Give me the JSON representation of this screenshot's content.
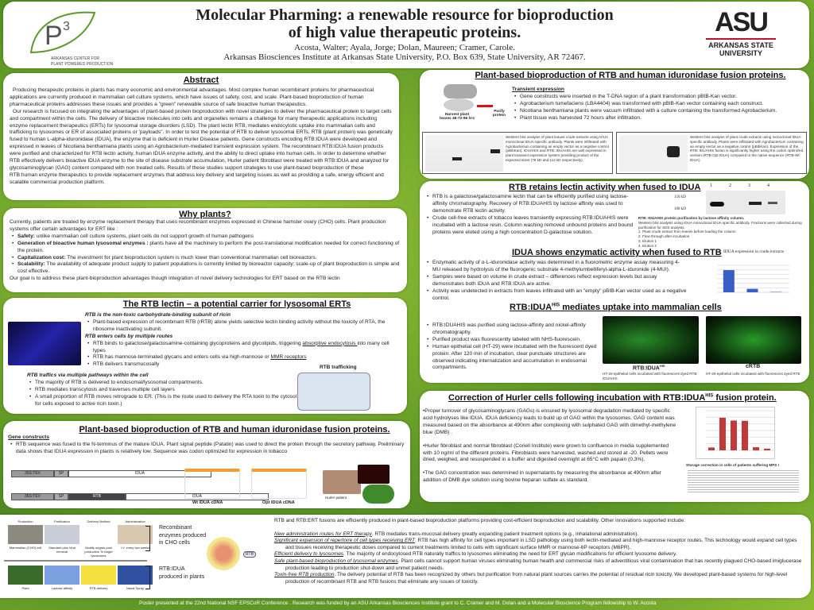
{
  "header": {
    "title_line1": "Molecular Pharming: a renewable resource for bioproduction",
    "title_line2": "of high value therapeutic proteins.",
    "authors": "Acosta, Walter; Ayala, Jorge; Dolan, Maureen; Cramer, Carole.",
    "affiliation": "Arkansas Biosciences Institute at Arkansas State University,  P.O. Box 639, State University, AR 72467.",
    "left_logo": {
      "mark": "P3",
      "text1": "ARKANSAS CENTER FOR",
      "text2": "PLANT POWERED PRODUCTION"
    },
    "right_logo": {
      "mark": "ASU",
      "text1": "ARKANSAS STATE",
      "text2": "UNIVERSITY"
    }
  },
  "abstract": {
    "title": "Abstract",
    "text": "Producing therapeutic proteins in plants has many economic and environmental advantages. Most complex human recombinant proteins for pharmaceutical applications are currently produced in mammalian cell culture systems, which have issues of safety, cost, and scale.  Plant-based bioproduction of human pharmaceutical proteins addresses these issues and provides a \"green\" renewable source of safe bioactive human therapeutics.",
    "text2": "Our research is focused on integrating the advantages of plant-based protein bioproduction with novel strategies to deliver the pharmaceutical protein to target cells and compartment within the cells.  The delivery of bioactive molecules into cells and organelles remains a challenge for many therapeutic applications including enzyme replacement therapeutics (ERTs) for lysosomal storage disorders (LSD). The plant lectin RTB, mediates endocytotic uptake into mammalian cells and trafficking to lysosomes or ER of associated proteins or 'payloads\".  In order to test the potential of RTB to deliver lysosomal ERTs, RTB (plant protein) was genetically fused to human L-alpha-iduronidase  (IDUA), the enzyme that is deficient in Hurler Disease patients.  Gene constructs encoding RTB:IDUA were developed and expressed in leaves of Nicotiana benthamiana plants using an Agrobacterium-mediated transient expression system.   The recombinant RTB:IDUA fusion products were purified and characterized for RTB lectin activity, human IDUA enzyme activity, and the ability to direct uptake into human cells.  In order to determine whether RTB effectively delivers bioactive IDUA enzyme to the site of disease substrate accumulation, Hurler patient fibroblast were treated with RTB:IDUA and analyzed for glycosaminoglycan (GAG) content compared with non treated cells. Results of these studies support strategies to use plant-based bioproduction of these RTB:human enzyme therapeutics to provide replacement enzymes that address key delivery and targeting issues as well as providing a safe, energy efficient and scalable commercial production platform."
  },
  "why": {
    "title": "Why plants?",
    "intro": "Currently, patients are treated by enzyme replacement therapy that uses recombinant enzymes expressed in Chinese hamster ovary (CHO) cells.  Plant production systems offer certain advantages  for ERT like :",
    "items": [
      {
        "k": "Safety:",
        "v": " unlike mammalian cell culture systems, plant cells do not support growth of human pathogens"
      },
      {
        "k": "Generation of bioactive human lysosomal enzymes :",
        "v": " plants have all the machinery to perform the post-translational modification needed for correct functioning of the protein."
      },
      {
        "k": "Capitalization cost:",
        "v": "  The investment for plant bioproduction system is much lower than conventional mammalian cell bioreactors."
      },
      {
        "k": "Scalability:",
        "v": " The availability of adequate product supply to patient populations is currently limited by bioreactor capacity; scale-up of plant bioproduction is simple and cost effective."
      }
    ],
    "goal": "Our goal is to address these  plant-bioproduction advantages though integration of novel delivery technologies  for ERT based on the RTB lectin"
  },
  "lectin": {
    "title": "The RTB lectin – a potential carrier for lysosomal ERTs",
    "s1": "RTB is the non-toxic carbohydrate-binding subunit of ricin",
    "b1": [
      "Plant-based expression of recombinant RTB (rRTB) alone yields selective lectin binding activity without the toxicity of RTA, the ribosome inactivating subunit."
    ],
    "s2": "RTB enters cells by multiple routes",
    "b2a": "RTB binds to galactose/galactosamine-containing glycoproteins and glycolipids, triggering ",
    "b2a_link": "absorptive endocytosis ",
    "b2a_end": "into many cell types",
    "b2b": "RTB has mannose-terminated glycans and enters cells via high-mannose or ",
    "b2b_link": "MMR receptors",
    "b2c": "RTB delivers transmucosally",
    "s3": "RTB traffics via multiple pathways within the cell",
    "b3": [
      "The majority of RTB is delivered to endosomal/lysosomal compartments.",
      "RTB mediates transcytosis and traverses multiple cell layers",
      "A small proportion of RTB moves retrograde to ER. (This is the route  used to delivery the RTA toxin to the cytosol for cells exposed to active ricin toxin.)"
    ],
    "fig_label": "RTB trafficking"
  },
  "gene": {
    "title": "Plant-based bioproduction of RTB and human iduronidase fusion proteins.",
    "sub": "Gene constructs",
    "text": "RTB sequence was fused to the N-terminus of the mature IDUA. Plant signal peptide (Patatin) was used to direct the protein through the secretory pathway. Preliminary data shows that IDUA expression in plants is relatively low.  Sequence was codon optimized for expression in tobacco",
    "construct1": [
      "35S:TEV",
      "SP",
      "IDUA"
    ],
    "construct2": [
      "35S:TEV",
      "SP",
      "RTB",
      "IDUA"
    ],
    "fig1": "Wt IDUA cDNA",
    "fig2": "Opt IDUA cDNA",
    "fig3": "Hurler patient"
  },
  "compare": {
    "row1_steps": [
      "Production",
      "Purification",
      "Delivery Method",
      "Administration"
    ],
    "row1_caps": [
      "Mammalian (CHO) cell",
      "Standard plus Viral removal",
      "Modify sugars post production To target lysosomes",
      "I.V. every two weeks"
    ],
    "row1_label": "Recombinant enzymes produced in CHO cells",
    "row2_caps": [
      "Plant",
      "Lactose affinity",
      "RTB delivery",
      "Nasal Spray"
    ],
    "row2_label": "RTB:IDUA produced in plants",
    "rtb_tag": "RTB"
  },
  "conclusion": {
    "intro": "RTB and RTB:ERT fusions are efficiently produced in plant-based bioproduction platforms providing cost-efficient bioproduction and scalability.  Other innovations supported include:",
    "items": [
      {
        "k": "New administration routes for ERT therapy",
        "v": ".  RTB mediates trans-mucosal delivery greatly expanding patient treatment options (e.g., inhalational administration)."
      },
      {
        "k": "Significant expansion of repertoire of cell types receiving ERT",
        "v": ".  RTB has high affinity for cell types important in LSD pathology using both lectin-mediated and high-mannose receptor routes.  This technology would expand cell types and tissues receiving therapeutic doses compared to current treatments limited to cells with significant surface MMR or mannose-6P receptors (M6PR)."
      },
      {
        "k": "Efficient delivery to lysosomes",
        "v": ".  The majority of endocytosed RTB naturally traffics to lysosomes eliminating the need for ERT glycan modifications for efficient lysosome delivery."
      },
      {
        "k": "Safe plant-based bioproduction of lysosomal enzymes",
        "v": ".  Plant cells cannot support human viruses eliminating human health and commercial risks of adventitious viral contamination that has recently plagued CHO-based imiglucerase production leading to production shut-down and unmet patient needs."
      },
      {
        "k": "Toxin-free RTB production",
        "v": ".  The delivery potential of RTB has been recognized by others but purification from natural plant sources carries the potential of residual ricin toxicity.  We developed plant-based systems for high-level production of recombinant RTB and RTB fusions that eliminate any issues of toxicity."
      }
    ]
  },
  "footer": "Poster presented at the 22nd National NSF EPSCoR Conference .   Research was funded by an ASU Arkansas Biosciences Institute grant to C. Cramer and M. Dolan and a Molecular Bioscience Program fellowship to W. Acosta",
  "transient": {
    "title": "Plant-based bioproduction of RTB and human iduronidase fusion proteins.",
    "sub": "Transient expression",
    "items": [
      "Gene constructs were inserted in the T-DNA region of a plant transformation pBIB-Kan vector.",
      "Agrobacterium tumefaciens (LBA4404)  was transformed with pBIB-Kan vector containing  each construct.",
      "Nicotiana benthamiana plants were vacuum infiltrated with a culture containing the transformed Agrobacterium.",
      "Plant tissue was harvested 72 hours after infiltration."
    ],
    "harvest": "Harvest plant leaves 48-72-96 hrs",
    "purify": "Purify protein",
    "wb1": "Western blot analysis of plant leaves crude extracts using IDUA monoclonal IDUA-specific antibody. Plants were infiltrated with Agrobacterium containing an empty vector as a negative control (pBibKan).  IDUAHIS and RTB: IDUAHIS are well expressed in plant transient expression system providing product of the expected sizes (78 kD and 112 kD respectively).",
    "wb2": "Western blot analysis of plant crude extracts using monoclonal IDUA-specific antibody. Plants were infiltrated with Agrobacterium containing an empty vector as a negative control (pBibKan).  Expression of the RTB: IDUAHIS fusion is significantly higher using the codon optimized version (RTB-Opt IDUA) compared to the native sequence (RTB-Wt IDUA)."
  },
  "lectin_activity": {
    "title": "RTB retains lectin activity when fused to IDUA",
    "items": [
      "RTB is a galactose/galactosamine lectin that can be efficiently purified using lactose-affinity chromatography.  Recovery of RTB:IDUAHIS by lactose affinity was used to demonstrate RTB lectin activity.",
      "Crude cell-free extracts of tobacco leaves transiently expressing RTB:IDUAHIS were incubated with a lactose resin.  Column washing removed unbound proteins and bound proteins were eluted using a high concentration D-galactose solution."
    ],
    "lanes": [
      "1",
      "2",
      "3",
      "4"
    ],
    "mw": [
      "150 kD",
      "100 kD"
    ],
    "cap_title": "RTB: IDUAHIS protein purification by lactose affinity column.",
    "cap_text": "Western blot analysis using IDUA monoclonal  IDUA specific antibody. Fractions were collected during purification for SDS analysis.",
    "cap_list": [
      "1.    Plant crude extract from leaves before loading the column",
      "2.    Flow through after incubation",
      "3.    Elution 1",
      "4.    Elution 2"
    ]
  },
  "enzymatic": {
    "title": "IDUA shows enzymatic activity when fused to RTB",
    "items": [
      "Enzymatic activity of α-L-iduronidase activity was determined in a fluorometric enzyme assay measuring 4-MU released by hydrolysis of the fluorogenic substrate 4-methylumbelliferyl-alpha-L-iduronide (4-MUI).",
      "Samples were based on volume in crude extract – differences reflect expression levels but assay demonstrates both IDUA and RTB:IDUA are active.",
      "Activity was undetected in extracts from leaves infiltrated with an \"empty\" pBIB-Kan vector used as a negative control."
    ],
    "chart": {
      "type": "bar",
      "title": "IDUA expression in crude extracts",
      "values": [
        1.15,
        0.18,
        0.02
      ],
      "ylim": [
        0,
        1.4
      ],
      "color": "#3a5fc4"
    }
  },
  "uptake": {
    "title_pre": "RTB:IDUA",
    "title_sup": "HIS",
    "title_post": " mediates uptake into mammalian cells",
    "items": [
      "RTB:IDUAHIS was purified using lactose-affinity and nickel-affinity chromatography.",
      "Purified product was fluorescently labeled with NHS-fluorescein.",
      "Human epithelial cell (HT-29) were incubated with the fluorescent dyed protein. After 120 min of incubation, clear punctuate structures are observed indicating internalization and accumulation in endosomal compartments."
    ],
    "img1_label": "RTB:IDUA",
    "img1_sup": "HIS",
    "img1_cap": "HT-29 epithelial cells incubated with fluorescent dyed RTB: IDUAHIS",
    "img2_label": "cRTB",
    "img2_cap": "HT-29 epithelial cells incubated with fluorescent dyed RTB"
  },
  "hurler": {
    "title_pre": "Correction of Hurler cells following incubation with RTB:IDUA",
    "title_sup": "HIS",
    "title_post": " fusion protein.",
    "p1": "•Proper turnover of glycosaminoglycans (GAGs) is ensured by lysosomal degradation mediated by specific acid hydrolyses like IDUA. IDUA deficiency leads to build up of GAG within the lysosomes. GAG content was measured based on the absorbance at 490nm after complexing with sulphated GAG with dimethyl-methylene blue (DMB) .",
    "p2": "•Hurler fibroblast and normal fibroblast (Coriell Institute) were grown to confluence in media supplemented with 10 ng/ml of the different proteins. Fibroblasts were harvested, washed and stored at -20.  Pellets were dried, weighed, and resuspended in a buffer and digested overnight at 65°C with papain (0.3%).",
    "p3": "•The GAG concentration was determined in supernatants by measuring the absorbance at 490nm after addition of DMB dye solution using bovine heparan sulfate as standard.",
    "chart": {
      "type": "bar",
      "values": [
        1,
        11.5,
        10.5,
        10.4,
        1.1,
        0.6
      ],
      "ylim": [
        0,
        14
      ],
      "color": "#c0393b"
    },
    "cap_title": "Storage correction in cells of patients suffering MPS I"
  }
}
